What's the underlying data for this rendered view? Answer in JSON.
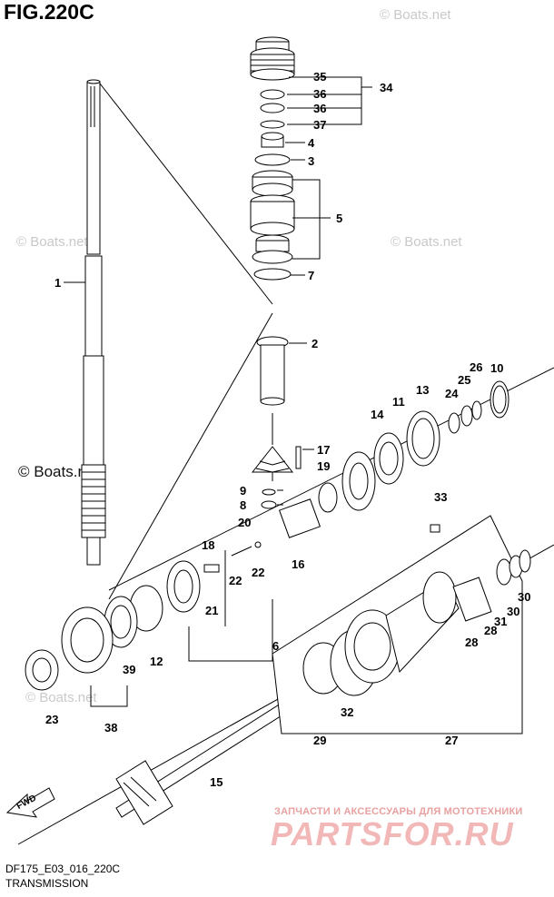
{
  "figure": {
    "title": "FIG.220C",
    "model_code": "DF175_E03_016_220C",
    "section": "TRANSMISSION"
  },
  "direction": {
    "label": "FWD"
  },
  "watermarks": {
    "boats": "© Boats.net",
    "shop_line": "ЗАПЧАСТИ И АКСЕССУАРЫ ДЛЯ МОТОТЕХНИКИ",
    "shop_brand": "PARTSFOR.RU"
  },
  "callouts": [
    {
      "id": "1",
      "label": "1"
    },
    {
      "id": "2",
      "label": "2"
    },
    {
      "id": "3",
      "label": "3"
    },
    {
      "id": "4",
      "label": "4"
    },
    {
      "id": "5",
      "label": "5"
    },
    {
      "id": "6",
      "label": "6"
    },
    {
      "id": "7",
      "label": "7"
    },
    {
      "id": "8",
      "label": "8"
    },
    {
      "id": "9",
      "label": "9"
    },
    {
      "id": "10",
      "label": "10"
    },
    {
      "id": "11",
      "label": "11"
    },
    {
      "id": "12",
      "label": "12"
    },
    {
      "id": "13",
      "label": "13"
    },
    {
      "id": "14",
      "label": "14"
    },
    {
      "id": "15",
      "label": "15"
    },
    {
      "id": "16",
      "label": "16"
    },
    {
      "id": "17",
      "label": "17"
    },
    {
      "id": "18",
      "label": "18"
    },
    {
      "id": "19",
      "label": "19"
    },
    {
      "id": "20",
      "label": "20"
    },
    {
      "id": "21",
      "label": "21"
    },
    {
      "id": "22a",
      "label": "22"
    },
    {
      "id": "22b",
      "label": "22"
    },
    {
      "id": "23",
      "label": "23"
    },
    {
      "id": "24",
      "label": "24"
    },
    {
      "id": "25",
      "label": "25"
    },
    {
      "id": "26",
      "label": "26"
    },
    {
      "id": "27",
      "label": "27"
    },
    {
      "id": "28a",
      "label": "28"
    },
    {
      "id": "28b",
      "label": "28"
    },
    {
      "id": "29",
      "label": "29"
    },
    {
      "id": "30a",
      "label": "30"
    },
    {
      "id": "30b",
      "label": "30"
    },
    {
      "id": "31",
      "label": "31"
    },
    {
      "id": "32",
      "label": "32"
    },
    {
      "id": "33",
      "label": "33"
    },
    {
      "id": "34",
      "label": "34"
    },
    {
      "id": "35",
      "label": "35"
    },
    {
      "id": "36a",
      "label": "36"
    },
    {
      "id": "36b",
      "label": "36"
    },
    {
      "id": "37",
      "label": "37"
    },
    {
      "id": "38",
      "label": "38"
    },
    {
      "id": "39",
      "label": "39"
    }
  ]
}
